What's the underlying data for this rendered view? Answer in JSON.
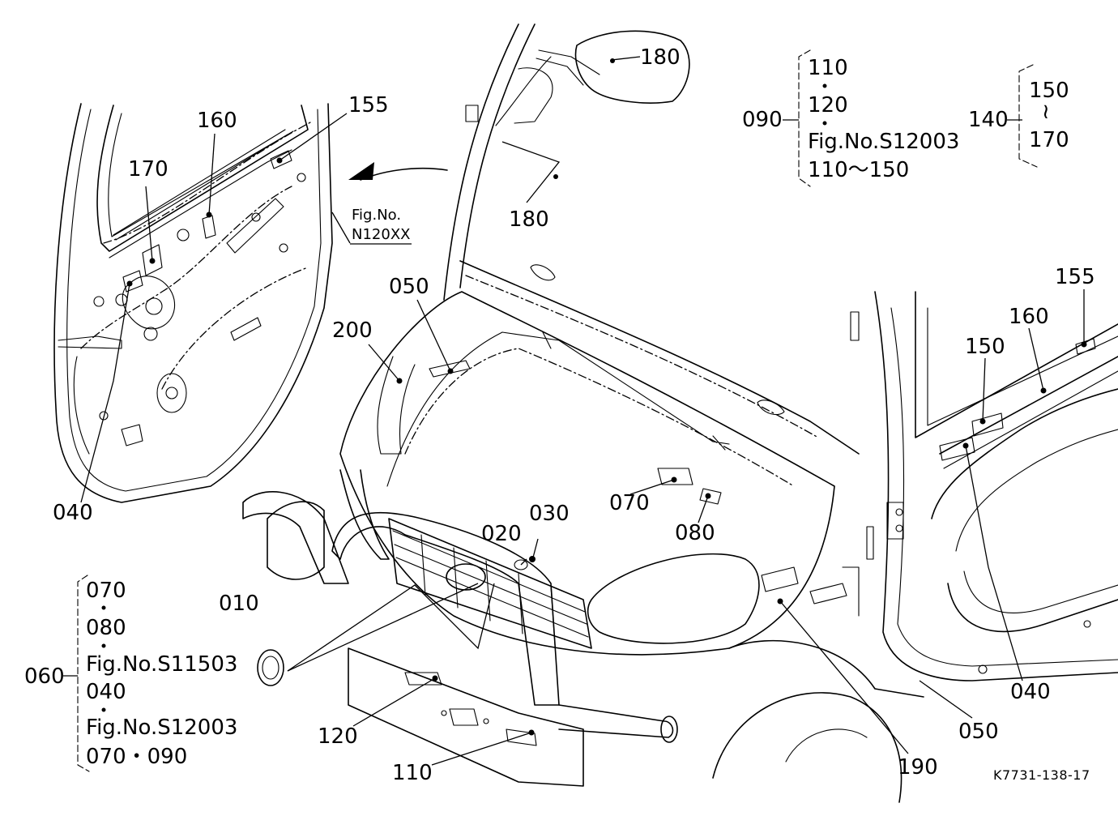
{
  "diagram": {
    "code": "K7731-138-17",
    "ref_box": {
      "line1": "Fig.No.",
      "line2": "N120XX"
    },
    "labels": {
      "l010": "010",
      "l020": "020",
      "l030": "030",
      "l040_left": "040",
      "l040_right": "040",
      "l050_top": "050",
      "l050_bottom": "050",
      "l070": "070",
      "l080": "080",
      "l110": "110",
      "l120": "120",
      "l150": "150",
      "l155_left": "155",
      "l155_right": "155",
      "l160_left": "160",
      "l160_right": "160",
      "l170": "170",
      "l180_top": "180",
      "l180_mid": "180",
      "l190": "190",
      "l200": "200"
    },
    "group_090": {
      "label": "090",
      "items": [
        "110",
        "120",
        "Fig.No.S12003",
        "110～150"
      ]
    },
    "group_140": {
      "label": "140",
      "from": "150",
      "sep": "≀",
      "to": "170"
    },
    "group_060": {
      "label": "060",
      "items": [
        "070",
        "080",
        "Fig.No.S11503",
        "040",
        "Fig.No.S12003",
        "070・090"
      ]
    }
  }
}
